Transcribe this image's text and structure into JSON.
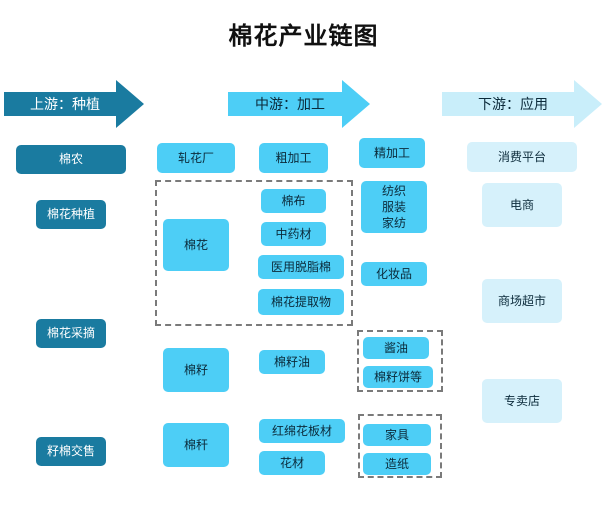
{
  "title": "棉花产业链图",
  "stages": {
    "upstream": "上游：种植",
    "midstream": "中游：加工",
    "downstream": "下游：应用"
  },
  "upstream": {
    "cotton_farmer": "棉农",
    "planting": "棉花种植",
    "picking": "棉花采摘",
    "seed_cotton_sale": "籽棉交售"
  },
  "processing": {
    "ginnery": "轧花厂",
    "rough": "粗加工",
    "fine": "精加工",
    "cotton": "棉花",
    "seed": "棉籽",
    "stalk": "棉秆"
  },
  "products": {
    "cloth": "棉布",
    "chinese_medicine": "中药材",
    "medical_cotton": "医用脱脂棉",
    "cotton_extract": "棉花提取物",
    "seed_oil": "棉籽油",
    "board": "红绵花板材",
    "flower_material": "花材",
    "textile": "纺织\n服装\n家纺",
    "cosmetics": "化妆品",
    "sauce_oil": "酱油",
    "seed_cake": "棉籽饼等",
    "furniture": "家具",
    "papermaking": "造纸"
  },
  "downstream": {
    "consumer_platform": "消费平台",
    "ecommerce": "电商",
    "mall": "商场超市",
    "specialty_store": "专卖店"
  },
  "colors": {
    "dark": "#1a7ba0",
    "blue": "#4dcef6",
    "pale": "#d6f1fb",
    "arrow_dark": "#1a7ba0",
    "arrow_mid": "#4dcef6",
    "arrow_pale": "#c9eefa"
  }
}
